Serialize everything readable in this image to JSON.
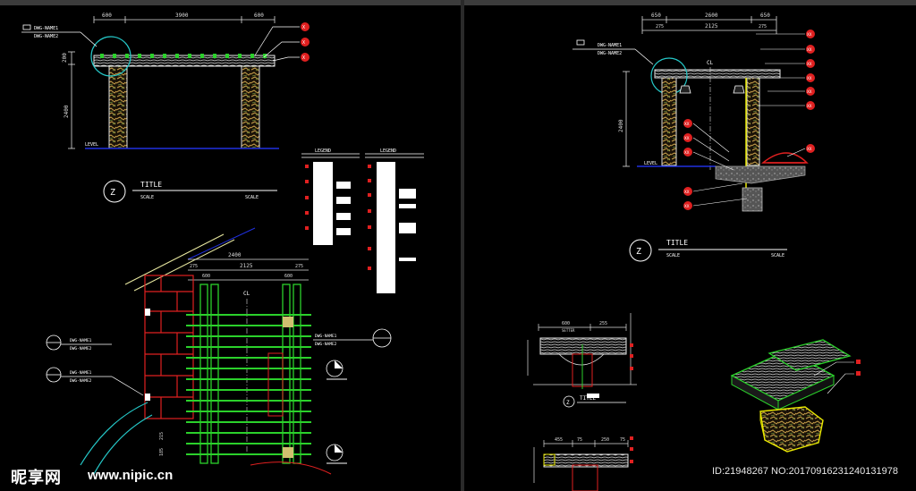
{
  "panels": {
    "left_elevation": {
      "dims": [
        "600",
        "3900",
        "600"
      ],
      "vert_dims": [
        "200",
        "2400"
      ],
      "callout_top": "DWG-NAME1",
      "callout_bottom": "DWG-NAME2",
      "tags": [
        "X",
        "X",
        "X"
      ],
      "level": "LEVEL",
      "title": {
        "marker": "Z",
        "title": "TITLE",
        "scale": "SCALE",
        "scale_value": "SCALE"
      }
    },
    "legends": [
      "LEGEND",
      "LEGEND"
    ],
    "plan": {
      "dims": [
        "2400",
        "2125",
        "600",
        "275",
        "275",
        "600"
      ],
      "cl": "CL",
      "callouts": [
        "DWG-NAME1",
        "DWG-NAME2",
        "DWG-NAME1",
        "DWG-NAME2",
        "DWG-NAME1",
        "DWG-NAME2"
      ],
      "side_dims": [
        "215",
        "185"
      ]
    },
    "right_section": {
      "dims": [
        "650",
        "2600",
        "650",
        "275",
        "2125",
        "275"
      ],
      "vert_dims": [
        "2400"
      ],
      "cl": "CL",
      "callout_top": "DWG-NAME1",
      "callout_bottom": "DWG-NAME2",
      "tags": [
        "XX",
        "XX",
        "XX",
        "XX",
        "XX",
        "XX",
        "XX",
        "XX",
        "XX",
        "XX",
        "XX",
        "XX"
      ],
      "level": "LEVEL",
      "title": {
        "marker": "Z",
        "title": "TITLE",
        "scale": "SCALE",
        "scale_value": "SCALE"
      }
    },
    "details": {
      "detail1_dims": [
        "600",
        "255"
      ],
      "detail1_label": "SETTER",
      "detail2_dims": [
        "455",
        "75",
        "250",
        "75"
      ],
      "title": {
        "marker": "Z",
        "title": "TITLE"
      }
    }
  },
  "watermark": {
    "logo": "昵享网",
    "url": "www.nipic.cn",
    "id_text": "ID:21948267 NO:20170916231240131978"
  },
  "colors": {
    "background": "#000000",
    "green": "#2bd12b",
    "red": "#e02020",
    "yellow": "#e8e800",
    "cyan": "#25c8c8",
    "blue": "#2030e0",
    "white": "#ffffff"
  }
}
